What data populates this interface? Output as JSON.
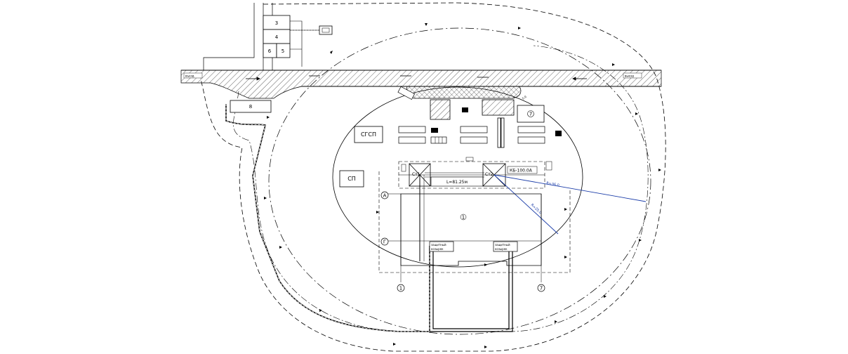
{
  "road": {
    "left_label": "въезд",
    "right_label": "выезд"
  },
  "labels": {
    "sgp": "СГСП",
    "sp": "СП",
    "crane_capacity": "КБ-100.0А",
    "crane_track_length": "L=81.25м",
    "crane_left": "Ст1",
    "crane_right": "Ст2",
    "reach_a": "R=36.0",
    "reach_b": "R=25.0",
    "small_dim": "5.0",
    "canopy_left_line1": "защитный",
    "canopy_left_line2": "козырек",
    "canopy_right_line1": "защитный",
    "canopy_right_line2": "козырек"
  },
  "numbers": {
    "box1": "3",
    "box2": "4",
    "box3a": "6",
    "box3b": "5",
    "shed": "8",
    "building": "1",
    "site_box": "7"
  },
  "axes": {
    "row_top": "А",
    "row_bottom": "Г",
    "col_left": "1",
    "col_right": "7"
  },
  "colors": {
    "line": "#000000",
    "dimension": "#1a3ca8",
    "background": "#ffffff"
  }
}
